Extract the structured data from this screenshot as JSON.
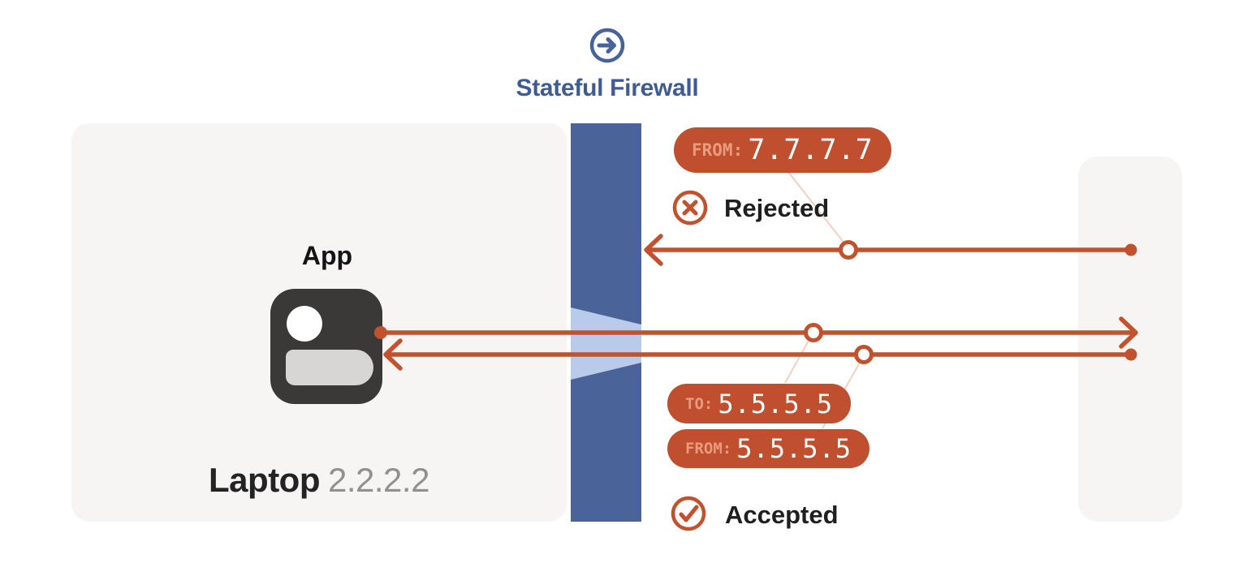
{
  "header": {
    "title": "Stateful Firewall",
    "icon": "arrow-right-circle"
  },
  "laptop": {
    "app_label": "App",
    "device_name": "Laptop",
    "ip": "2.2.2.2"
  },
  "flows": {
    "rejected": {
      "badge": {
        "prefix": "FROM:",
        "ip": "7.7.7.7"
      },
      "status": "Rejected",
      "status_icon": "x-circle"
    },
    "request": {
      "badge": {
        "prefix": "TO:",
        "ip": "5.5.5.5"
      }
    },
    "response": {
      "badge": {
        "prefix": "FROM:",
        "ip": "5.5.5.5"
      },
      "status": "Accepted",
      "status_icon": "check-circle"
    }
  },
  "colors": {
    "accent": "#c2512d",
    "accent_soft": "#f2d0c3",
    "blue_icon": "#47639c",
    "blue_title": "#3e5b94",
    "bar": "#4a6398",
    "bar_light": "#b9cbea",
    "panel": "#f6f5f3",
    "badge_bg": "#bf4f2e",
    "badge_prefix": "#e89c7d",
    "text_dark": "#1f1f22",
    "text_gray": "#909092",
    "app_dark": "#3a3937",
    "app_body": "#d7d6d4"
  }
}
